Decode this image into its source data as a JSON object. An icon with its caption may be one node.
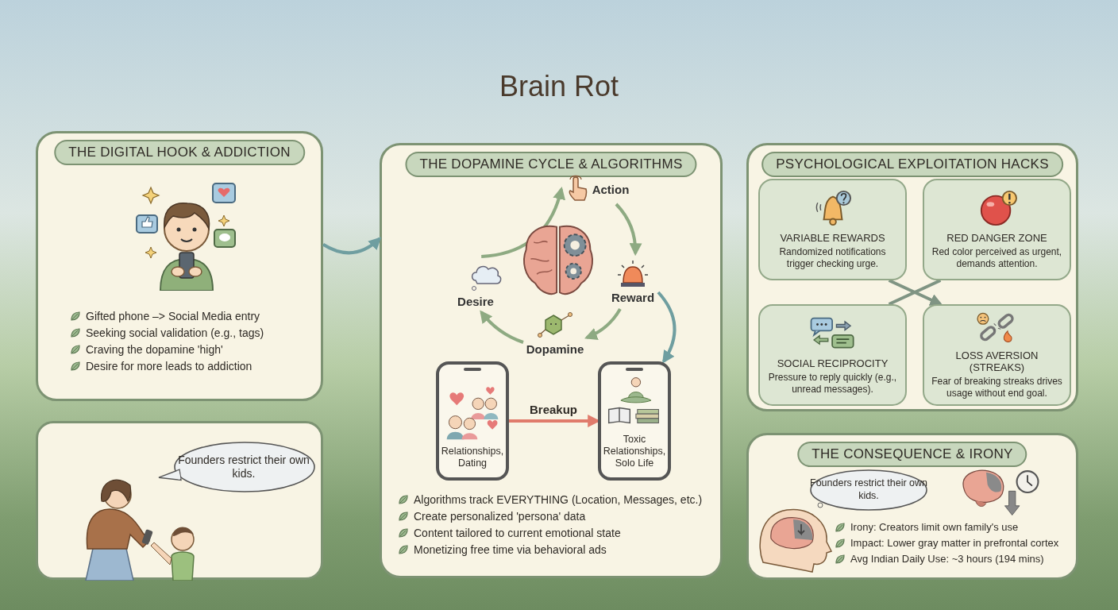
{
  "diagram": {
    "title": "Brain Rot",
    "nodes": [
      {
        "text": [
          "THE DIGITAL HOOK & ADDICTION",
          "Gifted phone –> Social Media entry",
          "Seeking social validation (e.g., tags)",
          "Craving the dopamine 'high'",
          "Desire for more leads to addiction"
        ]
      },
      {
        "text": [],
        "shape": "box"
      },
      {
        "text": [
          "Founders restrict their own kids."
        ],
        "in": 1
      },
      {
        "text": [
          "THE DOPAMINE CYCLE & ALGORITHMS",
          "Algorithms track EVERYTHING (Location, Messages, etc.)",
          "Create personalized 'persona' data",
          "Content tailored to current emotional state",
          "Monetizing free time via behavioral ads"
        ]
      },
      {
        "text": [
          "Action"
        ],
        "in": 3
      },
      {
        "text": [
          "Reward"
        ],
        "in": 3
      },
      {
        "text": [
          "Dopamine"
        ],
        "in": 3
      },
      {
        "text": [
          "Desire"
        ],
        "in": 3
      },
      {
        "text": [
          "Relationships, Dating"
        ],
        "in": 3
      },
      {
        "text": [
          "Toxic Relationships, Solo Life"
        ],
        "in": 3
      },
      {
        "text": [
          "PSYCHOLOGICAL EXPLOITATION HACKS"
        ]
      },
      {
        "text": [
          "VARIABLE REWARDS",
          "Randomized notifications trigger checking urge."
        ],
        "in": 10
      },
      {
        "text": [
          "RED DANGER ZONE",
          "Red color perceived as urgent, demands attention."
        ],
        "in": 10
      },
      {
        "text": [
          "SOCIAL RECIPROCITY",
          "Pressure to reply quickly (e.g., unread messages)."
        ],
        "in": 10
      },
      {
        "text": [
          "LOSS AVERSION (STREAKS)",
          "Fear of breaking streaks drives usage without end goal."
        ],
        "in": 10
      },
      {
        "text": [
          "THE CONSEQUENCE & IRONY",
          "Irony: Creators limit own family's use",
          "Impact: Lower gray matter in prefrontal cortex",
          "Avg Indian Daily Use: ~3 hours (194 mins)"
        ]
      },
      {
        "text": [
          "Founders restrict their own kids."
        ],
        "in": 15
      }
    ],
    "edges": [
      {
        "from": 0,
        "to": 3,
        "arrow": "to",
        "color": "#6f9ea0"
      },
      {
        "from": 7,
        "to": 4,
        "arrow": "to"
      },
      {
        "from": 4,
        "to": 5,
        "arrow": "to"
      },
      {
        "from": 5,
        "to": 6,
        "arrow": "to"
      },
      {
        "from": 6,
        "to": 7,
        "arrow": "to"
      },
      {
        "from": 5,
        "to": 9,
        "arrow": "to",
        "color": "#6f9ea0"
      },
      {
        "from": 8,
        "to": 9,
        "arrow": "to",
        "label": "Breakup",
        "color": "#e07b6b"
      },
      {
        "from": 11,
        "to": 14,
        "arrow": "to",
        "color": "#7f9483"
      },
      {
        "from": 13,
        "to": 12,
        "arrow": "none",
        "color": "#7f9483"
      }
    ]
  }
}
